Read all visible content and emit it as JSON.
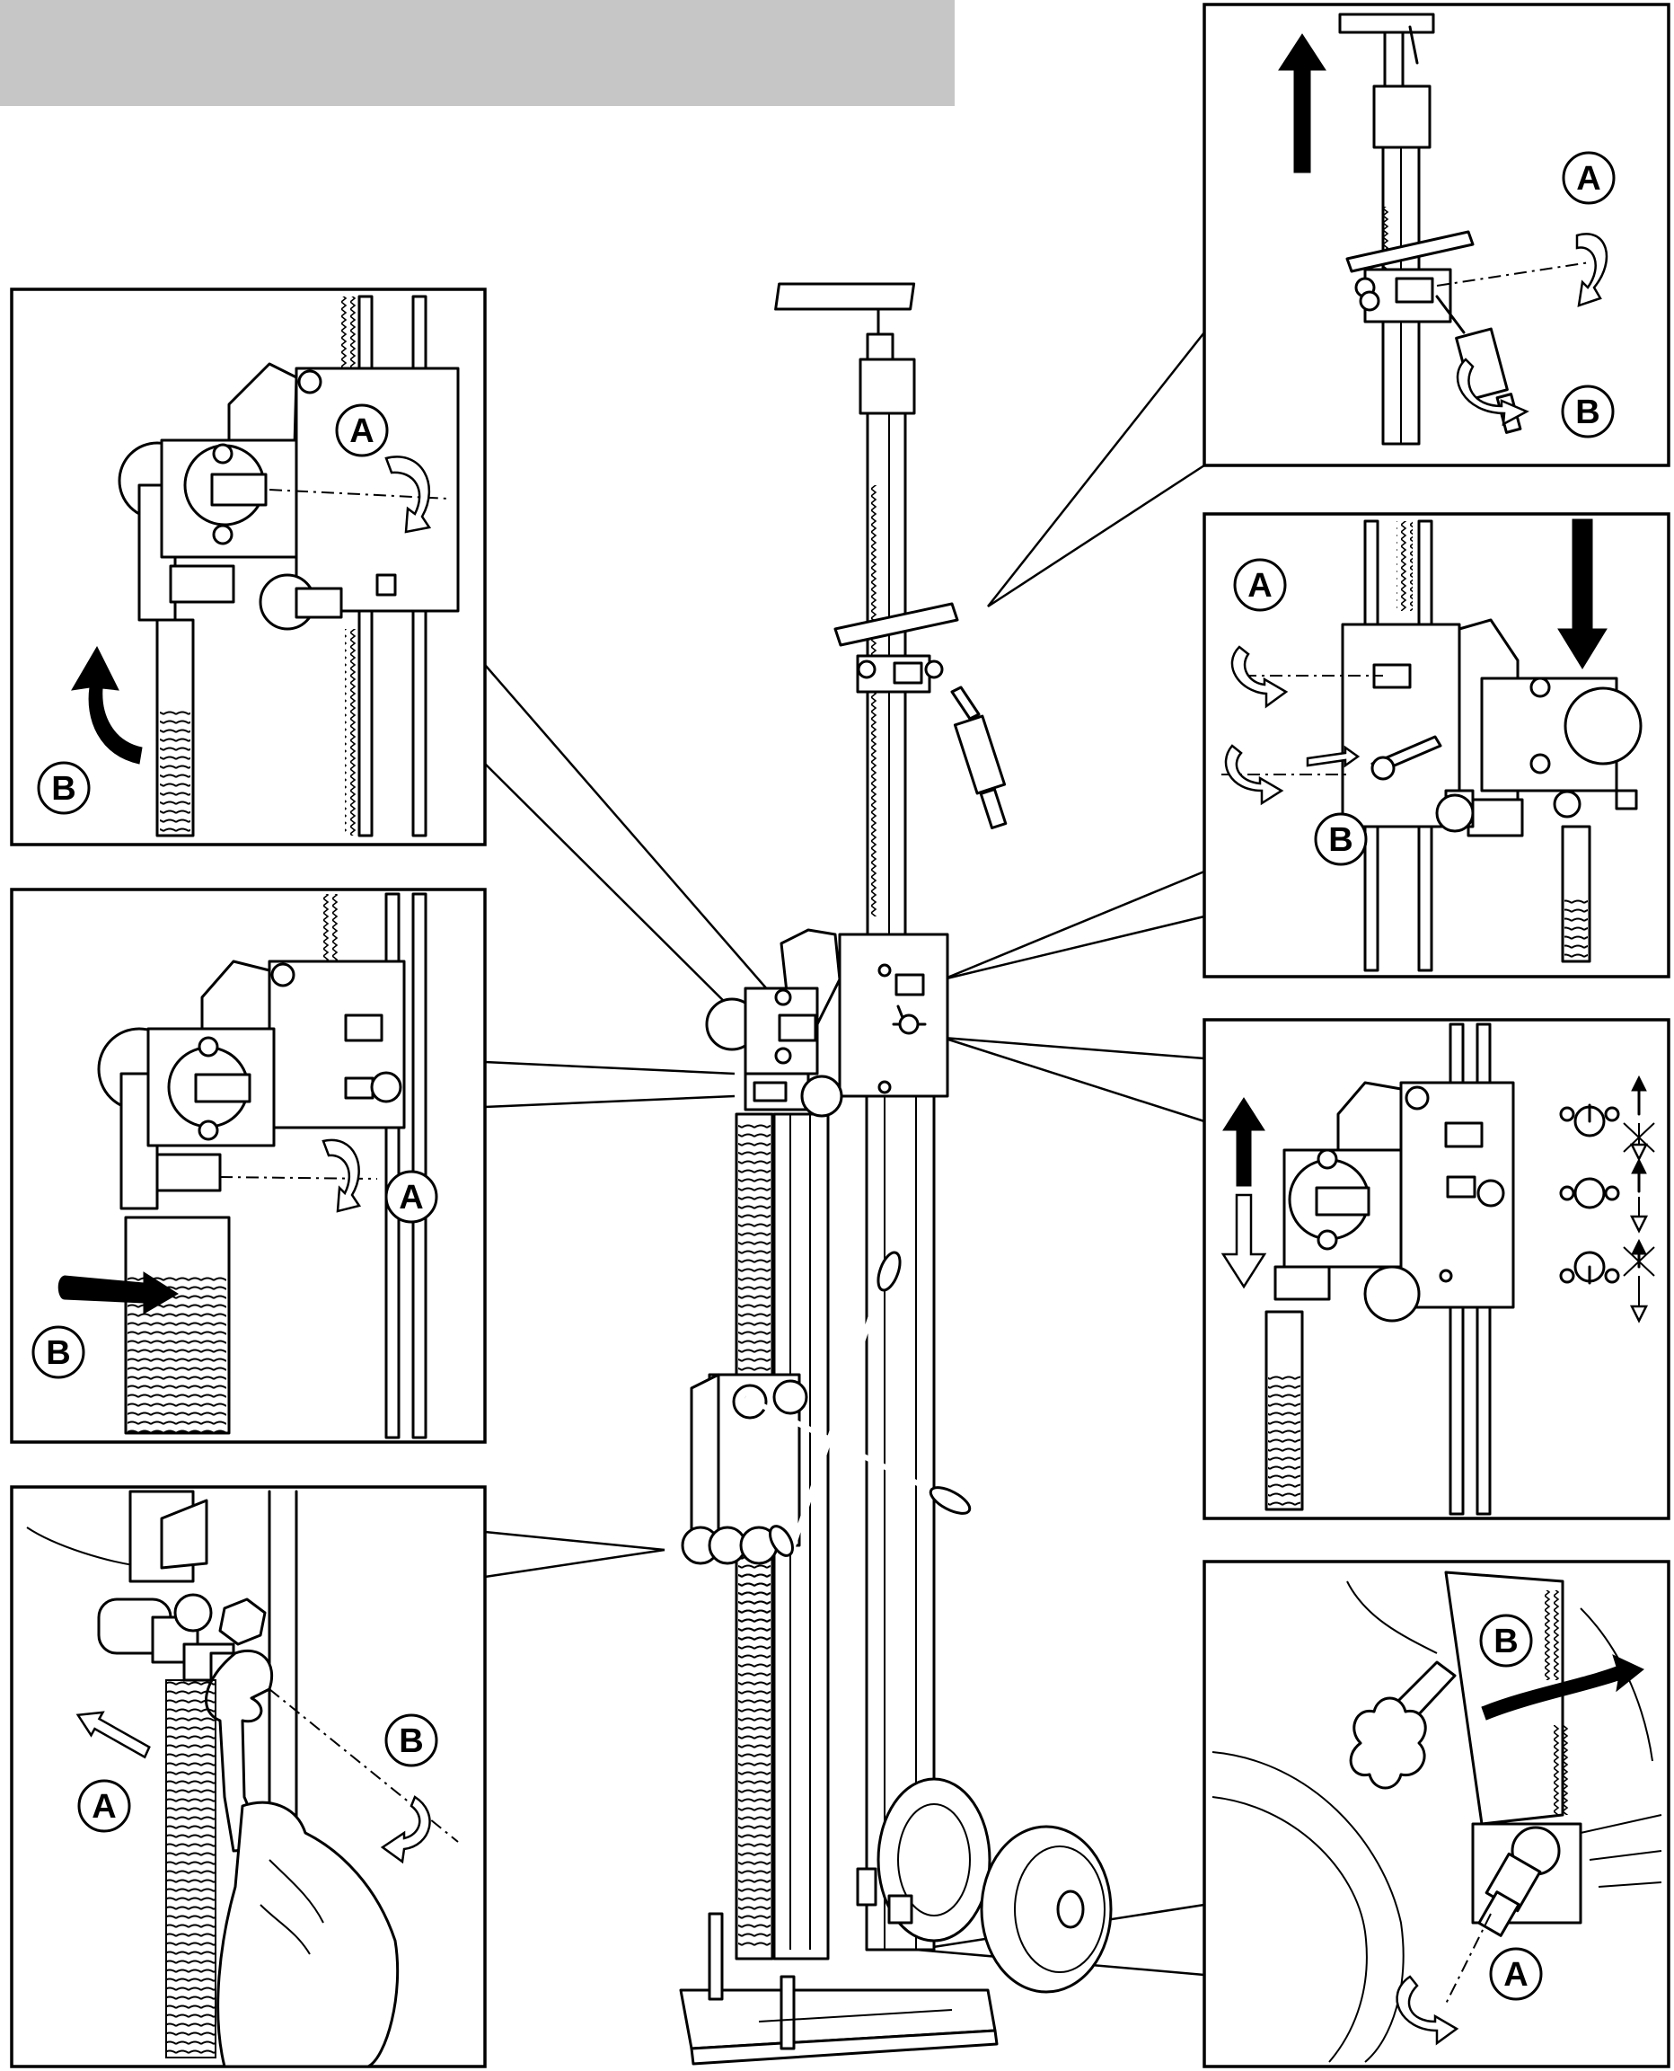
{
  "header": {
    "bar_color": "#c6c6c6"
  },
  "callouts": {
    "top_right": {
      "a": "A",
      "b": "B"
    },
    "upper_left": {
      "a": "A",
      "b": "B"
    },
    "upper_right": {
      "a": "A",
      "b": "B"
    },
    "middle_left": {
      "a": "A",
      "b": "B"
    },
    "middle_right": {},
    "lower_left": {
      "a": "A",
      "b": "B"
    },
    "lower_right": {
      "a": "A",
      "b": "B"
    }
  },
  "icons": {
    "header": "header-bar",
    "arrows": [
      "arrow-up-icon",
      "arrow-down-icon",
      "rotate-arrow-icon",
      "lock-indicator-icon"
    ],
    "parts": [
      "drill-stand-column-icon",
      "carriage-icon",
      "feed-handle-icon",
      "base-plate-icon",
      "wheel-icon",
      "spring-icon",
      "bolt-icon",
      "wrench-icon",
      "hand-icon",
      "star-knob-icon"
    ]
  }
}
